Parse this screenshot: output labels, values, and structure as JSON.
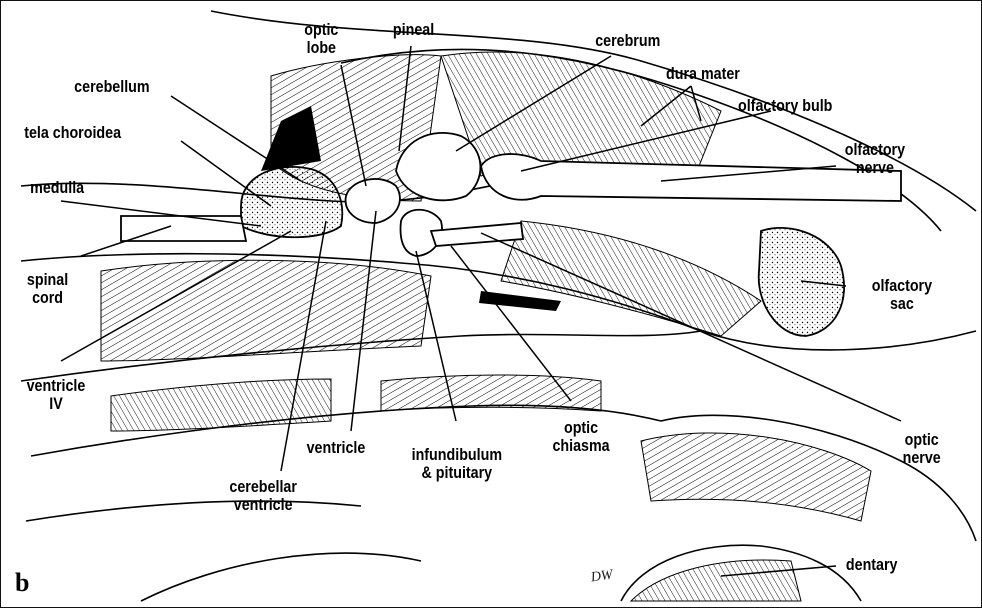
{
  "panel_letter": "b",
  "signature": "DW",
  "labels": {
    "optic_lobe": [
      "optic",
      "lobe"
    ],
    "pineal": [
      "pineal"
    ],
    "cerebrum": [
      "cerebrum"
    ],
    "dura_mater": [
      "dura mater"
    ],
    "olfactory_bulb": [
      "olfactory bulb"
    ],
    "olfactory_nerve": [
      "olfactory",
      "nerve"
    ],
    "cerebellum": [
      "cerebellum"
    ],
    "tela_choroidea": [
      "tela choroidea"
    ],
    "medulla": [
      "medulla"
    ],
    "spinal_cord": [
      "spinal",
      "cord"
    ],
    "olfactory_sac": [
      "olfactory",
      "sac"
    ],
    "ventricle_iv": [
      "ventricle",
      "IV"
    ],
    "ventricle": [
      "ventricle"
    ],
    "infundibulum_pituitary": [
      "infundibulum",
      "& pituitary"
    ],
    "optic_chiasma": [
      "optic",
      "chiasma"
    ],
    "optic_nerve": [
      "optic",
      "nerve"
    ],
    "cerebellar_ventricle": [
      "cerebellar",
      "ventricle"
    ],
    "dentary": [
      "dentary"
    ]
  }
}
